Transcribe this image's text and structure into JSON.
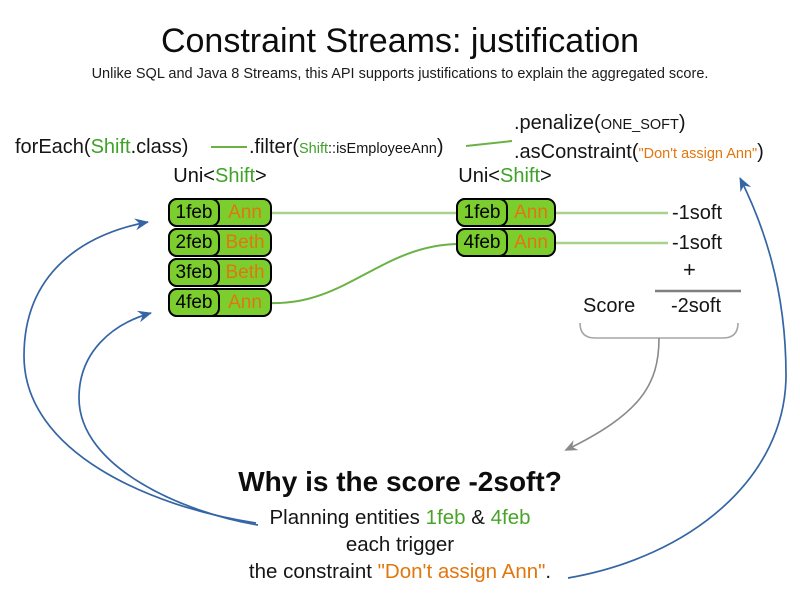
{
  "slide": {
    "title": "Constraint Streams: justification",
    "subtitle": "Unlike SQL and Java 8 Streams, this API supports justifications to explain the aggregated score."
  },
  "pipeline": {
    "foreach": {
      "pre": "forEach(",
      "cls": "Shift",
      "post": ".class)"
    },
    "filter": {
      "pre": ".filter(",
      "cls": "Shift",
      "mid": "::isEmployeeAnn",
      "post": ")"
    },
    "penalize": {
      "pre": ".penalize(",
      "arg": "ONE_SOFT",
      "post": ")"
    },
    "as_constraint": {
      "pre": ".asConstraint(",
      "arg": "\"Don't assign Ann\"",
      "post": ")"
    }
  },
  "left_stream": {
    "label": {
      "pre": "Uni<",
      "cls": "Shift",
      "post": ">"
    },
    "rows": [
      {
        "date": "1feb",
        "employee": "Ann"
      },
      {
        "date": "2feb",
        "employee": "Beth"
      },
      {
        "date": "3feb",
        "employee": "Beth"
      },
      {
        "date": "4feb",
        "employee": "Ann"
      }
    ]
  },
  "right_stream": {
    "label": {
      "pre": "Uni<",
      "cls": "Shift",
      "post": ">"
    },
    "rows": [
      {
        "date": "1feb",
        "employee": "Ann"
      },
      {
        "date": "4feb",
        "employee": "Ann"
      }
    ]
  },
  "scores": {
    "penalties": [
      "-1soft",
      "-1soft"
    ],
    "plus": "+",
    "score_label": "Score",
    "total": "-2soft"
  },
  "explanation": {
    "heading": "Why is the score -2soft?",
    "line1": {
      "pre": "Planning entities ",
      "entity1": "1feb",
      "amp": " & ",
      "entity2": "4feb"
    },
    "line2": "each trigger",
    "line3": {
      "pre": "the constraint ",
      "quote": "\"Don't assign Ann\"",
      "post": "."
    }
  },
  "colors": {
    "accent_green": "#3fa229",
    "box_green": "#7cce2f",
    "line_green_light": "#a9d18e",
    "line_green_mid": "#6ab244",
    "orange": "#e2760d",
    "arrow_blue": "#3465a4",
    "arrow_gray": "#8a8a8a"
  }
}
